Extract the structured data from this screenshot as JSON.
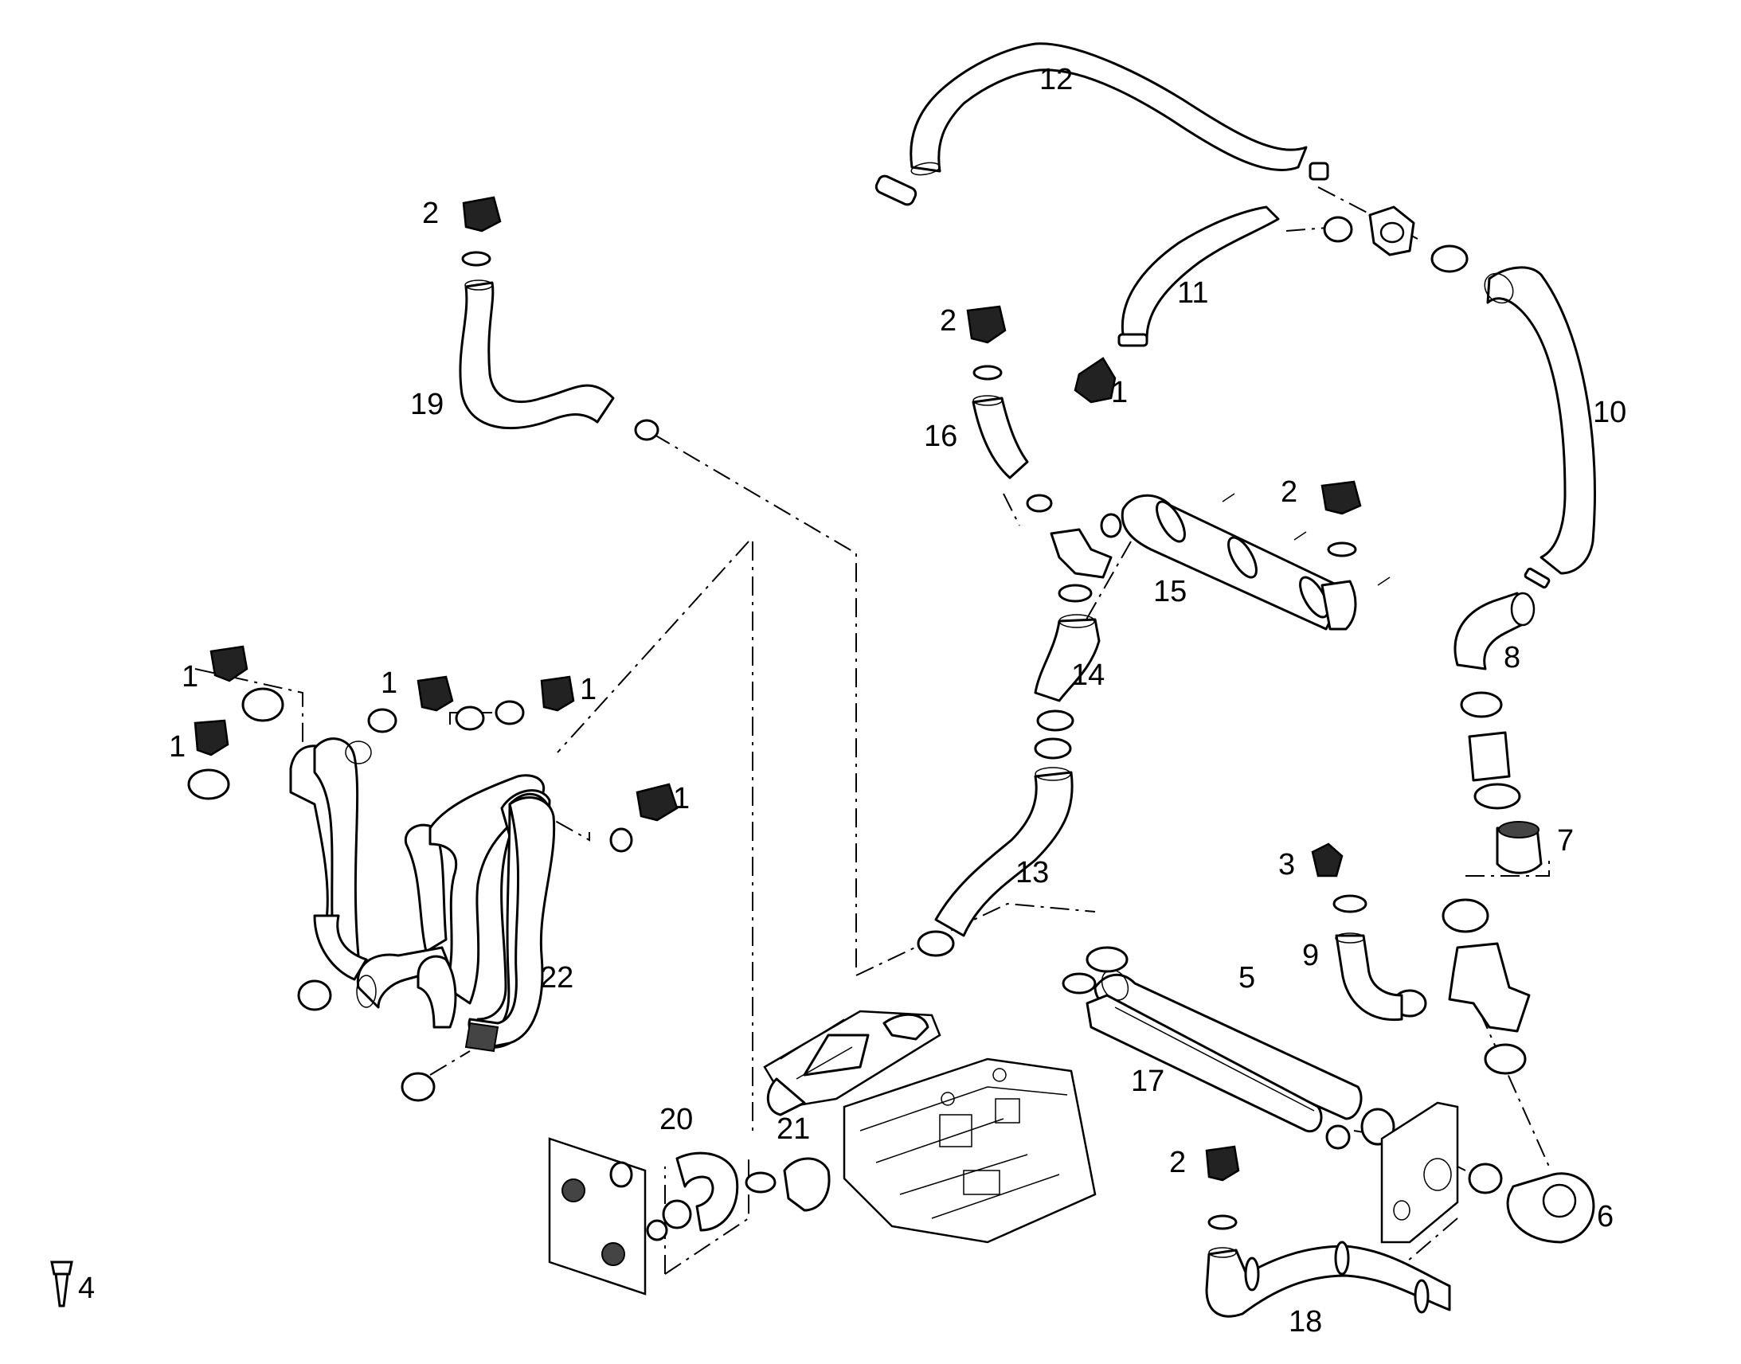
{
  "callouts": [
    {
      "id": "c1a",
      "text": "1"
    },
    {
      "id": "c1b",
      "text": "1"
    },
    {
      "id": "c1c",
      "text": "1"
    },
    {
      "id": "c1d",
      "text": "1"
    },
    {
      "id": "c1e",
      "text": "1"
    },
    {
      "id": "c1f",
      "text": "1"
    },
    {
      "id": "c2a",
      "text": "2"
    },
    {
      "id": "c2b",
      "text": "2"
    },
    {
      "id": "c2c",
      "text": "2"
    },
    {
      "id": "c2d",
      "text": "2"
    },
    {
      "id": "c3",
      "text": "3"
    },
    {
      "id": "c4",
      "text": "4"
    },
    {
      "id": "c5",
      "text": "5"
    },
    {
      "id": "c6",
      "text": "6"
    },
    {
      "id": "c7",
      "text": "7"
    },
    {
      "id": "c8",
      "text": "8"
    },
    {
      "id": "c9",
      "text": "9"
    },
    {
      "id": "c10",
      "text": "10"
    },
    {
      "id": "c11",
      "text": "11"
    },
    {
      "id": "c12",
      "text": "12"
    },
    {
      "id": "c13",
      "text": "13"
    },
    {
      "id": "c14",
      "text": "14"
    },
    {
      "id": "c15",
      "text": "15"
    },
    {
      "id": "c16",
      "text": "16"
    },
    {
      "id": "c17",
      "text": "17"
    },
    {
      "id": "c18",
      "text": "18"
    },
    {
      "id": "c19",
      "text": "19"
    },
    {
      "id": "c20",
      "text": "20"
    },
    {
      "id": "c21",
      "text": "21"
    },
    {
      "id": "c22",
      "text": "22"
    }
  ]
}
